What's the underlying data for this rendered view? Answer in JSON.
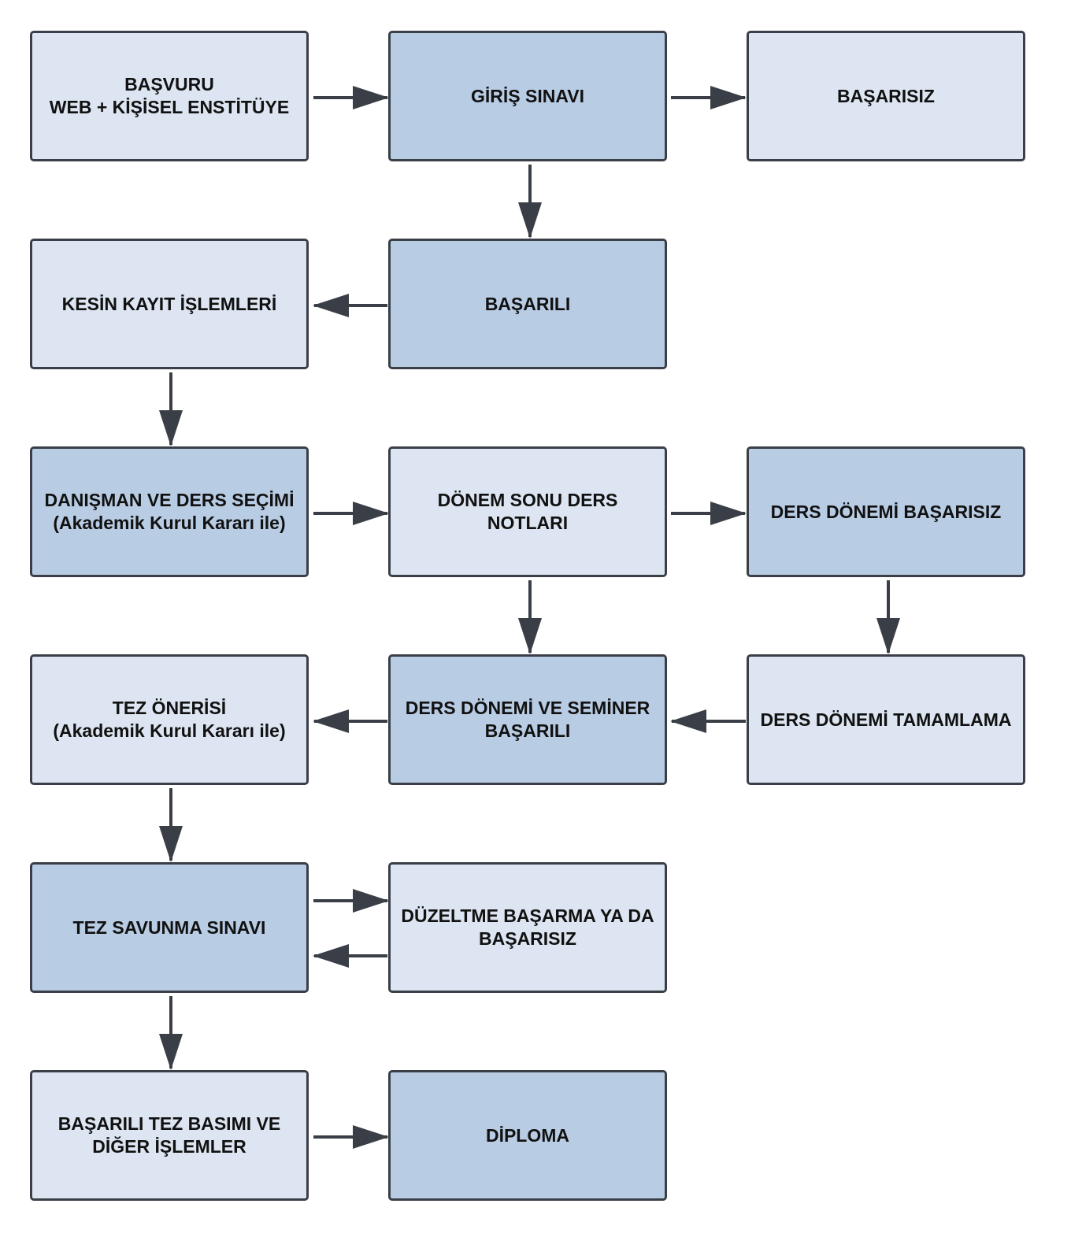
{
  "diagram": {
    "colors": {
      "light_fill": "#dce5f1",
      "dark_fill": "#b8cce4",
      "stroke": "#3a3f47",
      "text": "#111111"
    },
    "nodes": [
      {
        "id": "basvuru",
        "label": "BAŞVURU\nWEB + KİŞİSEL ENSTİTÜYE",
        "fill": "light"
      },
      {
        "id": "giris-sinavi",
        "label": "GİRİŞ SINAVI",
        "fill": "dark"
      },
      {
        "id": "basarisiz",
        "label": "BAŞARISIZ",
        "fill": "light"
      },
      {
        "id": "basarili",
        "label": "BAŞARILI",
        "fill": "dark"
      },
      {
        "id": "kesin-kayit",
        "label": "KESİN KAYIT İŞLEMLERİ",
        "fill": "light"
      },
      {
        "id": "danisman",
        "label": "DANIŞMAN VE DERS SEÇİMİ\n(Akademik Kurul Kararı ile)",
        "fill": "dark"
      },
      {
        "id": "donem-sonu",
        "label": "DÖNEM SONU DERS\nNOTLARI",
        "fill": "light"
      },
      {
        "id": "ders-donemi-basarisiz",
        "label": "DERS DÖNEMİ BAŞARISIZ",
        "fill": "dark"
      },
      {
        "id": "ders-donemi-tamamlama",
        "label": "DERS DÖNEMİ TAMAMLAMA",
        "fill": "light"
      },
      {
        "id": "ders-donemi-seminer",
        "label": "DERS DÖNEMİ VE SEMİNER\nBAŞARILI",
        "fill": "dark"
      },
      {
        "id": "tez-onerisi",
        "label": "TEZ ÖNERİSİ\n(Akademik Kurul Kararı ile)",
        "fill": "light"
      },
      {
        "id": "tez-savunma",
        "label": "TEZ SAVUNMA SINAVI",
        "fill": "dark"
      },
      {
        "id": "duzeltme",
        "label": "DÜZELTME BAŞARMA YA DA\nBAŞARISIZ",
        "fill": "light"
      },
      {
        "id": "basarili-tez-basimi",
        "label": "BAŞARILI TEZ BASIMI VE\nDİĞER İŞLEMLER",
        "fill": "light"
      },
      {
        "id": "diploma",
        "label": "DİPLOMA",
        "fill": "dark"
      }
    ],
    "edges": [
      {
        "from": "basvuru",
        "to": "giris-sinavi"
      },
      {
        "from": "giris-sinavi",
        "to": "basarisiz"
      },
      {
        "from": "giris-sinavi",
        "to": "basarili"
      },
      {
        "from": "basarili",
        "to": "kesin-kayit"
      },
      {
        "from": "kesin-kayit",
        "to": "danisman"
      },
      {
        "from": "danisman",
        "to": "donem-sonu"
      },
      {
        "from": "donem-sonu",
        "to": "ders-donemi-basarisiz"
      },
      {
        "from": "donem-sonu",
        "to": "ders-donemi-seminer"
      },
      {
        "from": "ders-donemi-basarisiz",
        "to": "ders-donemi-tamamlama"
      },
      {
        "from": "ders-donemi-tamamlama",
        "to": "ders-donemi-seminer"
      },
      {
        "from": "ders-donemi-seminer",
        "to": "tez-onerisi"
      },
      {
        "from": "tez-onerisi",
        "to": "tez-savunma"
      },
      {
        "from": "tez-savunma",
        "to": "duzeltme"
      },
      {
        "from": "duzeltme",
        "to": "tez-savunma"
      },
      {
        "from": "tez-savunma",
        "to": "basarili-tez-basimi"
      },
      {
        "from": "basarili-tez-basimi",
        "to": "diploma"
      }
    ]
  }
}
